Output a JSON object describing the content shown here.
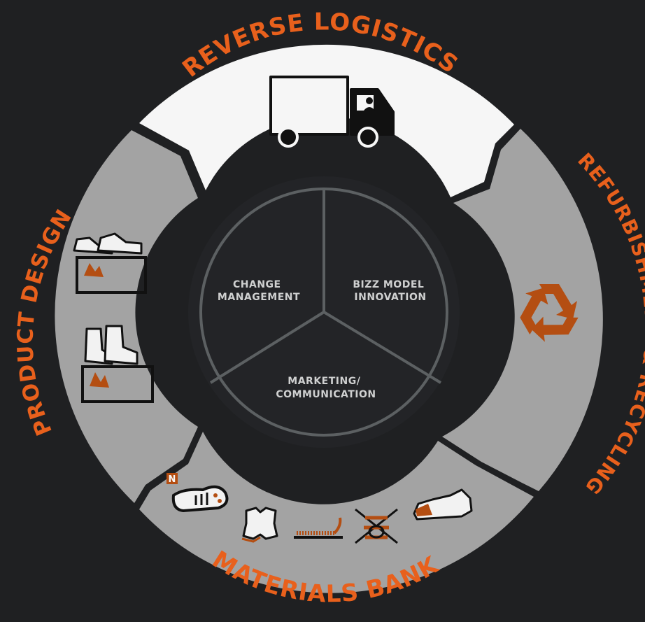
{
  "diagram": {
    "outer_segments": {
      "top": "REVERSE LOGISTICS",
      "right": "REFURBISHMENT & RECYCLING",
      "bottom": "MATERIALS BANK",
      "left": "PRODUCT DESIGN"
    },
    "inner_sectors": {
      "left_line1": "CHANGE",
      "left_line2": "MANAGEMENT",
      "right_line1": "BIZZ MODEL",
      "right_line2": "INNOVATION",
      "bottom_line1": "MARKETING/",
      "bottom_line2": "COMMUNICATION"
    },
    "badge_letter": "N",
    "icons": [
      "truck-icon",
      "recycle-icon",
      "shoe-sole-icon",
      "leather-hide-icon",
      "zipper-icon",
      "laces-icon",
      "safety-shoe-icon",
      "sneakers-on-box-icon",
      "boots-on-box-icon"
    ],
    "colors": {
      "accent": "#e8601c",
      "background": "#1f2022",
      "ring_gray": "#a3a3a3",
      "highlight_white": "#f6f6f6",
      "hub": "#232427",
      "hub_lines": "#5c6062"
    }
  }
}
